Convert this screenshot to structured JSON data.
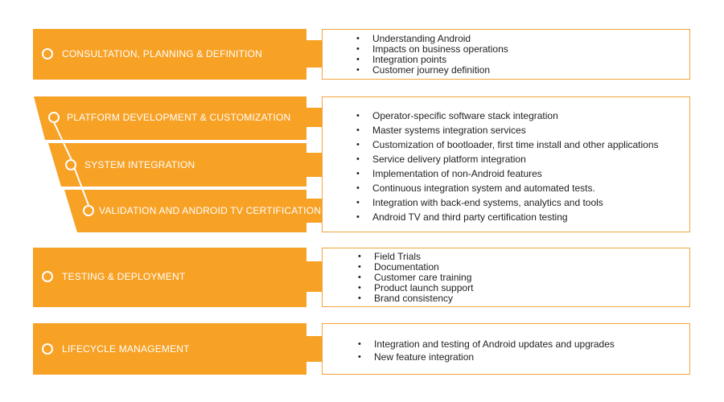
{
  "colors": {
    "accent": "#f7a125",
    "border": "#f3a33a",
    "text": "#1f1f1f"
  },
  "stages": [
    {
      "label": "CONSULTATION, PLANNING & DEFINITION"
    },
    {
      "label": "PLATFORM DEVELOPMENT & CUSTOMIZATION"
    },
    {
      "label": "SYSTEM INTEGRATION"
    },
    {
      "label": "VALIDATION AND ANDROID TV CERTIFICATIONS"
    },
    {
      "label": "TESTING & DEPLOYMENT"
    },
    {
      "label": "LIFECYCLE MANAGEMENT"
    }
  ],
  "panels": [
    {
      "items": [
        "Understanding Android",
        "Impacts on business operations",
        "Integration points",
        "Customer journey definition"
      ]
    },
    {
      "items": [
        "Operator-specific software stack integration",
        "Master systems integration services",
        "Customization of bootloader, first time install and other applications",
        "Service delivery platform integration",
        "Implementation of non-Android features",
        "Continuous integration system and automated tests.",
        "Integration with back-end systems, analytics and tools",
        "Android TV and third party certification testing"
      ]
    },
    {
      "items": [
        "Field Trials",
        "Documentation",
        "Customer care training",
        "Product launch support",
        "Brand consistency"
      ]
    },
    {
      "items": [
        "Integration and testing of Android updates and upgrades",
        "New feature integration"
      ]
    }
  ]
}
